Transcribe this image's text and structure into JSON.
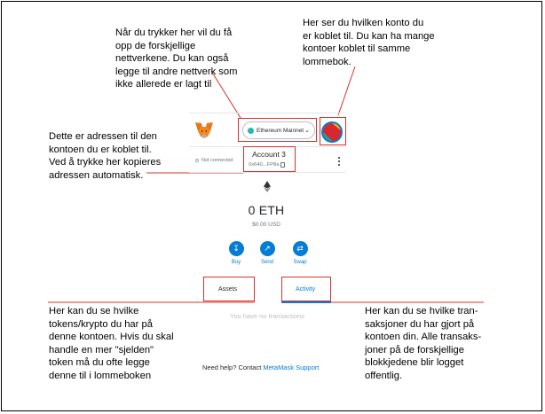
{
  "annotations": {
    "network_note": "Når du trykker her vil du få\nopp de forskjellige\nnettverkene. Du kan også\nlegge til andre nettverk som\nikke allerede er lagt til",
    "account_note": "Her ser du hvilken konto du\ner koblet til. Du kan ha mange\nkontoer koblet til samme\nlommebok.",
    "address_note": "Dette er adressen til den\nkontoen du er koblet til.\nVed å trykke her kopieres\nadressen automatisk.",
    "assets_note": "Her kan du se hvilke\ntokens/krypto du har på\ndenne kontoen. Hvis du skal\nhandle en mer \"sjelden\"\ntoken må du ofte legge\ndenne til i lommeboken",
    "activity_note": "Her kan du se hvilke tran-\nsaksjoner du har gjort på\nkontoen din. Alle transaks-\njoner på de forskjellige\nblokkjedene blir logget\noffentlig."
  },
  "wallet": {
    "network_label": "Ethereum Mainnet",
    "connection_status": "Not connected",
    "account_name": "Account 3",
    "account_address": "0x640...FP8a",
    "balance": "0 ETH",
    "balance_usd": "$0.00 USD",
    "actions": {
      "buy": "Buy",
      "send": "Send",
      "swap": "Swap"
    },
    "tabs": {
      "assets": "Assets",
      "activity": "Activity"
    },
    "empty_transactions": "You have no transactions",
    "help_text": "Need help? Contact ",
    "help_link": "MetaMask Support"
  },
  "colors": {
    "accent": "#037dd6",
    "annotation_red": "#d9302a",
    "network_dot": "#29b6af",
    "fox_orange": "#e2761b"
  },
  "icons": {
    "logo": "metamask-fox-icon",
    "network": "network-dot-icon",
    "chevron": "chevron-down-icon",
    "copy": "copy-icon",
    "menu": "kebab-menu-icon",
    "eth": "ethereum-icon",
    "buy": "download-arrow-icon",
    "send": "send-arrow-icon",
    "swap": "swap-arrows-icon"
  }
}
